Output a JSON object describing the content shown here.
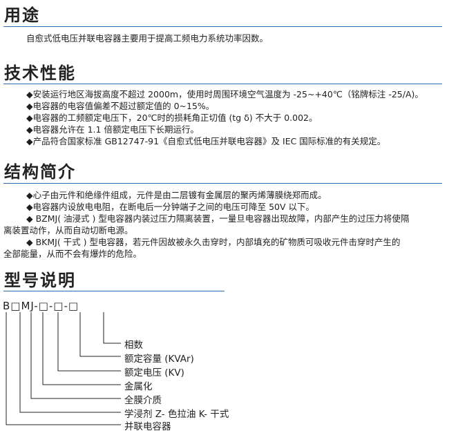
{
  "sections": {
    "usage": {
      "title": "用途",
      "text": "自愈式低电压并联电容器主要用于提高工频电力系统功率因数。"
    },
    "tech": {
      "title": "技术性能",
      "items": [
        "◆安装运行地区海拔高度不超过 2000m，使用时周围环境空气温度为 -25~+40℃（铭牌标注 -25/A)。",
        "◆电容器的电容值偏差不超过额定值的 0~15%。",
        "◆电容器的工频额定电压下，20℃时的损耗角正切值 (tg δ) 不大于 0.002。",
        "◆电容器允许在 1.1 倍额定电压下长期运行。",
        "◆产品符合国家标准 GB12747-91《自愈式低电压并联电容器》及 IEC 国际标准的有关规定。"
      ]
    },
    "structure": {
      "title": "结构简介",
      "lines": [
        "◆心子由元件和绝缘件组成，元件是由二层镀有金属层的聚丙烯薄膜绕郑而成。",
        "◆电容器内设放电电阻，在断电后一分钟端子之间的电压可降至 50V 以下。",
        "◆ BZMJ( 油浸式 ) 型电容器内装过压力隔离装置，一量旦电容器出现故障，内部产生的过压力将使隔",
        "离装置动作，从而自动切断电源。",
        "◆ BKMJ( 干式 ) 型电容器，若元件因故被永久击穿时，内部填充的矿物质可吸收元件击穿时产生的",
        "全部能量，从而不会有爆炸的危险。"
      ]
    },
    "model": {
      "title": "型号说明",
      "code": "B□MJ-□-□-□",
      "legend": [
        "相数",
        "额定容量 (KVAr)",
        "额定电压 (KV)",
        "金属化",
        "全膜介质",
        "学浸剂 Z- 色拉油  K- 干式",
        "并联电容器"
      ]
    }
  },
  "colors": {
    "rule": "#2a6db5",
    "text": "#1f1f1f"
  }
}
